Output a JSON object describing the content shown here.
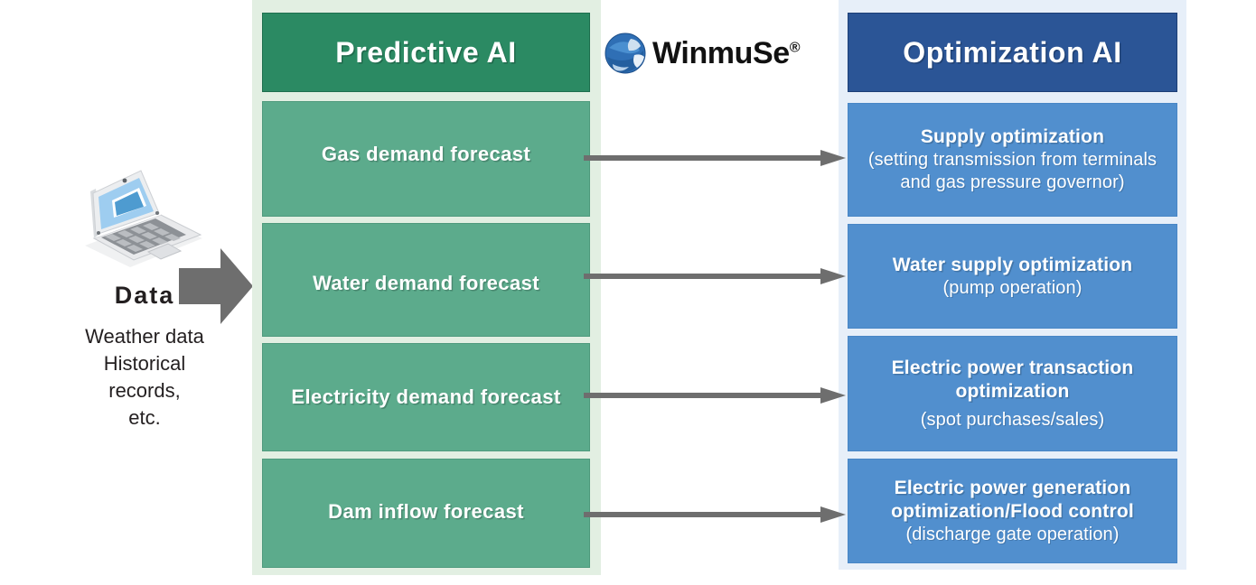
{
  "diagram": {
    "title": "Predictive AI and Optimization AI workflow",
    "colors": {
      "predictive_panel": "#e2efe2",
      "predictive_header": "#2b8a63",
      "predictive_box": "#5cab8c",
      "optimization_panel": "#e7eff9",
      "optimization_header": "#2b5596",
      "optimization_box": "#518fce",
      "arrow": "#6e6e6e",
      "text_dark": "#231f20"
    }
  },
  "data_source": {
    "icon": "laptop-icon",
    "title": "Data",
    "lines": [
      "Weather data",
      "Historical",
      "records,",
      "etc."
    ],
    "arrow_icon": "big-right-arrow-icon"
  },
  "brand": {
    "logo_icon": "globe-icon",
    "name": "WinmuSe",
    "registered_mark": "®"
  },
  "predictive": {
    "header": "Predictive AI",
    "boxes": [
      {
        "label": "Gas demand forecast"
      },
      {
        "label": "Water demand forecast"
      },
      {
        "label": "Electricity demand forecast"
      },
      {
        "label": "Dam inflow forecast"
      }
    ]
  },
  "optimization": {
    "header": "Optimization AI",
    "boxes": [
      {
        "title": "Supply optimization",
        "sub": "(setting transmission from terminals and gas pressure governor)"
      },
      {
        "title": "Water supply optimization",
        "sub": "(pump operation)"
      },
      {
        "title": "Electric power transaction optimization",
        "sub": "(spot purchases/sales)"
      },
      {
        "title": "Electric power generation optimization/Flood control",
        "sub": "(discharge gate operation)"
      }
    ]
  },
  "connectors": [
    {
      "name": "arrow-gas-to-supply"
    },
    {
      "name": "arrow-water-to-watersupply"
    },
    {
      "name": "arrow-electricity-to-transaction"
    },
    {
      "name": "arrow-dam-to-generation"
    }
  ]
}
